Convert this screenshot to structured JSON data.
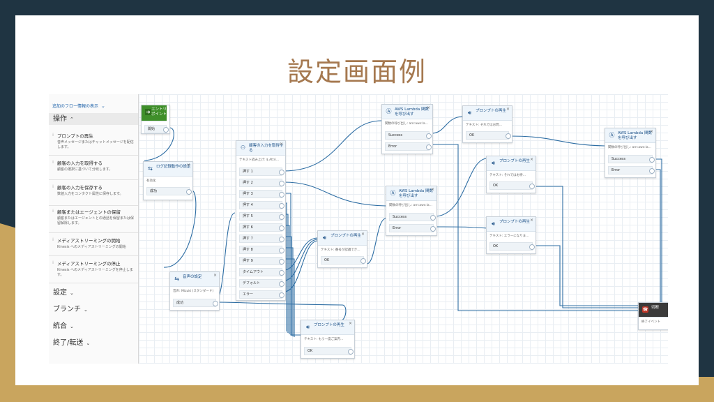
{
  "slide": {
    "title": "設定画面例"
  },
  "theme": {
    "navy": "#1f3442",
    "gold": "#c9a55e",
    "title_color": "#a5784f",
    "link_blue": "#1a5fa8",
    "wire_blue": "#2d6da3"
  },
  "sidebar": {
    "top_link": "追加のフロー情報の表示",
    "sections": [
      {
        "label": "操作",
        "expanded": true
      },
      {
        "label": "設定"
      },
      {
        "label": "ブランチ"
      },
      {
        "label": "統合"
      },
      {
        "label": "終了/転送"
      }
    ],
    "items": [
      {
        "title": "プロンプトの再生",
        "desc": "音声メッセージまたはチャットメッセージを配信します。"
      },
      {
        "title": "顧客の入力を取得する",
        "desc": "顧客の選択に基づいて分岐します。"
      },
      {
        "title": "顧客の入力を保存する",
        "desc": "数値入力をコンタクト属性に保存します。"
      },
      {
        "title": "顧客またはエージェントの保留",
        "desc": "顧客またはエージェントとの通話を保留または保留解除します。"
      },
      {
        "title": "メディアストリーミングの開始",
        "desc": "Kinesis へのメディアストリーミングの開始"
      },
      {
        "title": "メディアストリーミングの停止",
        "desc": "Kinesis へのメディアストリーミングを停止します。"
      }
    ]
  },
  "blocks": {
    "entry": {
      "title": "エントリポイント",
      "rows": [
        "開始"
      ]
    },
    "log": {
      "title": "ログ記録動作の設定",
      "sub": "有効化",
      "rows": [
        "成功"
      ]
    },
    "voice": {
      "title": "音声の設定",
      "sub": "音声: Mizuki (スタンダード)",
      "rows": [
        "成功"
      ]
    },
    "input": {
      "title": "顧客の入力を取得する",
      "sub": "テキスト読み上げ: $.Attri...",
      "rows": [
        "押す 1",
        "押す 2",
        "押す 3",
        "押す 4",
        "押す 5",
        "押す 6",
        "押す 7",
        "押す 8",
        "押す 9",
        "タイムアウト",
        "デフォルト",
        "エラー"
      ]
    },
    "lambda1": {
      "title": "AWS Lambda 関数を呼び出す",
      "sub": "関数の呼び出し: arn:aws:la...",
      "rows": [
        "Success",
        "Error"
      ]
    },
    "lambda2": {
      "title": "AWS Lambda 関数を呼び出す",
      "sub": "関数の呼び出し: arn:aws:la...",
      "rows": [
        "Success",
        "Error"
      ]
    },
    "lambda3": {
      "title": "AWS Lambda 関数を呼び出す",
      "sub": "関数の呼び出し: arn:aws:la...",
      "rows": [
        "Success",
        "Error"
      ]
    },
    "prompt1": {
      "title": "プロンプトの再生",
      "sub": "テキスト: それではお問...",
      "rows": [
        "OK"
      ]
    },
    "prompt2": {
      "title": "プロンプトの再生",
      "sub": "テキスト: それではお待...",
      "rows": [
        "OK"
      ]
    },
    "prompt3": {
      "title": "プロンプトの再生",
      "sub": "テキスト: エラーになりま...",
      "rows": [
        "OK"
      ]
    },
    "prompt4": {
      "title": "プロンプトの再生",
      "sub": "テキスト: 番号が認識でき...",
      "rows": [
        "OK"
      ]
    },
    "prompt5": {
      "title": "プロンプトの再生",
      "sub": "テキスト: もう一度ご案内...",
      "rows": [
        "OK"
      ]
    },
    "end": {
      "title": "切断",
      "sub": "終了イベント"
    }
  }
}
